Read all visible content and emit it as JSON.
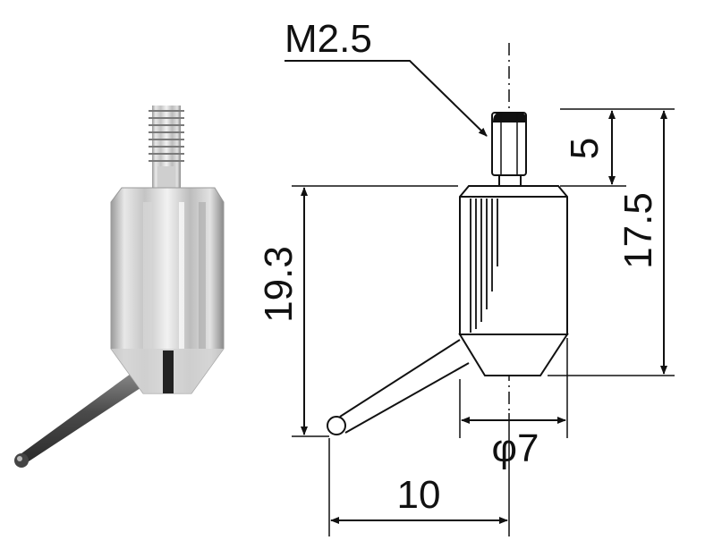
{
  "diagram": {
    "thread_label": "M2.5",
    "dim_thread_length": "5",
    "dim_body_height": "17.5",
    "dim_total_height": "19.3",
    "dim_diameter": "φ7",
    "dim_offset": "10"
  },
  "colors": {
    "line": "#111111",
    "background": "#ffffff",
    "metal_light": "#e9e9e9",
    "metal_mid": "#b5b5b5",
    "metal_dark": "#4a4a4a"
  }
}
